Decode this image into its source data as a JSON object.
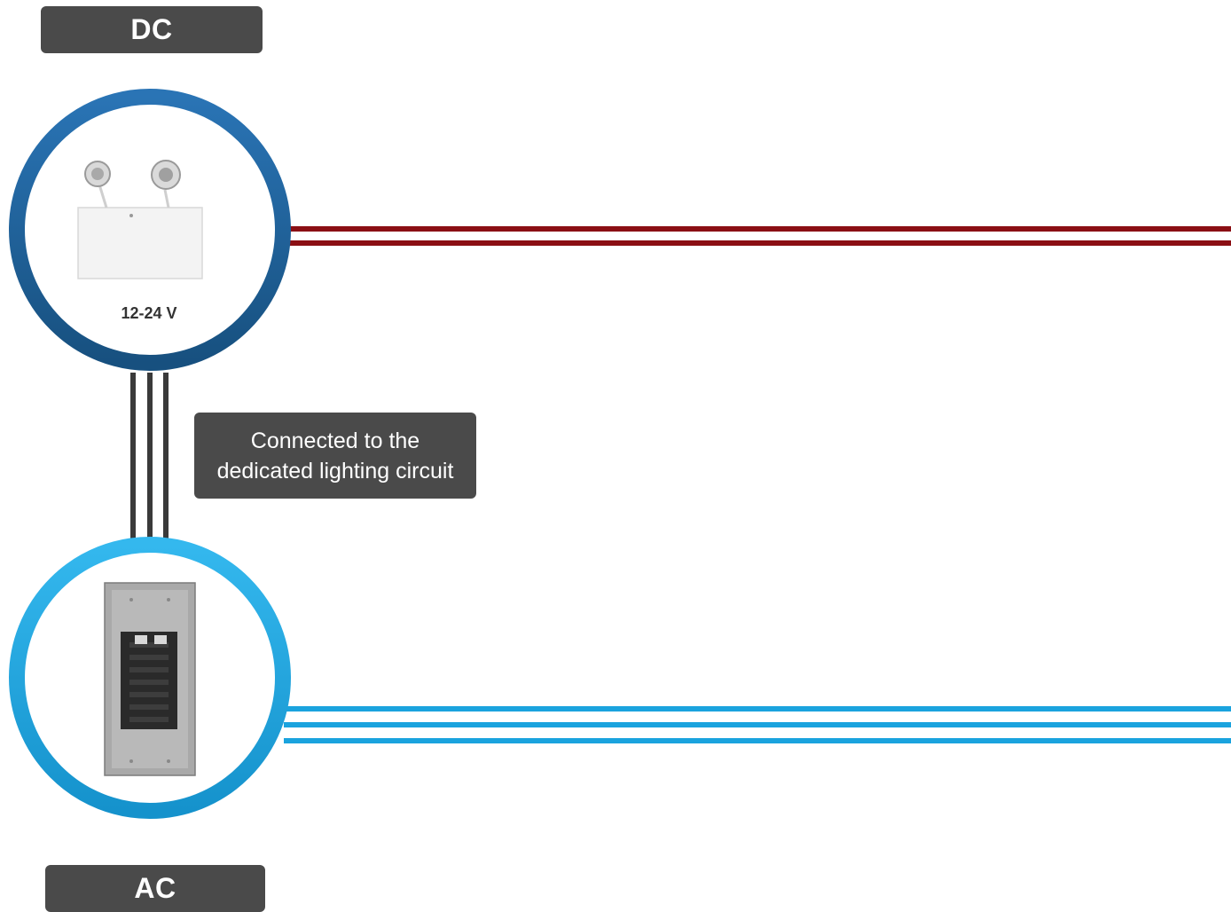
{
  "dc_label": "DC",
  "ac_label": "AC",
  "dc_device": {
    "voltage": "12-24 V",
    "icon": "emergency-light-icon"
  },
  "ac_device": {
    "icon": "electrical-panel-icon"
  },
  "circuit_note": {
    "line1": "Connected to the",
    "line2": "dedicated lighting circuit"
  },
  "colors": {
    "dc_ring": "#1e5f9a",
    "ac_ring": "#1aa3de",
    "dc_wire": "#8b0f14",
    "ac_wire": "#1aa3de",
    "link_wire": "#3a3a3a",
    "label_bg": "#4a4a4a"
  }
}
